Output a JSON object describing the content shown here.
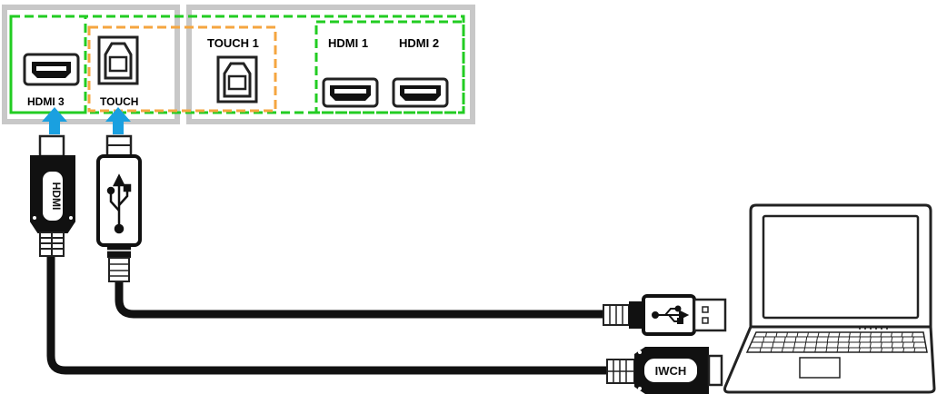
{
  "ports": {
    "hdmi3": "HDMI 3",
    "touch": "TOUCH",
    "touch1": "TOUCH 1",
    "hdmi1": "HDMI 1",
    "hdmi2": "HDMI 2"
  },
  "connectors": {
    "hdmi_plug_text": "HDMI",
    "hdmi_plug_text_horizontal": "IWCH"
  },
  "colors": {
    "panel": "#c8c8c8",
    "hdmi_group_outline": "#22cc22",
    "touch_group_outline": "#f5a640",
    "arrow": "#1aa0e0",
    "cable": "#111111"
  },
  "icons": [
    "hdmi-port-icon",
    "usb-b-port-icon",
    "hdmi-plug-icon",
    "usb-b-plug-icon",
    "usb-a-plug-icon",
    "usb-symbol-icon",
    "laptop-icon",
    "arrow-up-icon"
  ]
}
